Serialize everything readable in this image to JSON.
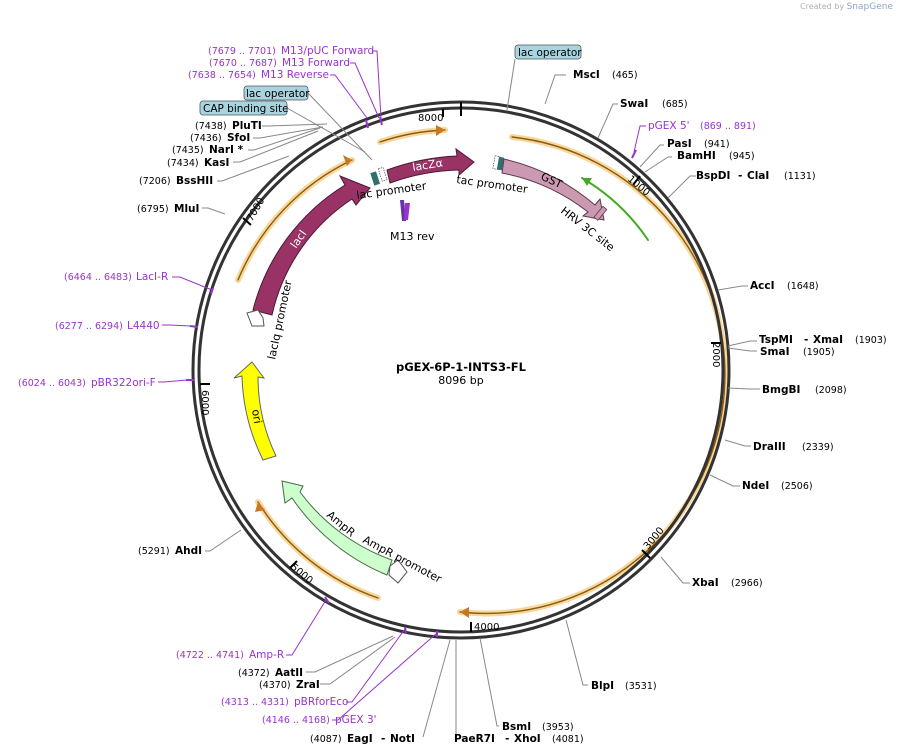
{
  "credit": {
    "prefix": "Created by",
    "brand": "SnapGene"
  },
  "plasmid": {
    "name": "pGEX-6P-1-INTS3-FL",
    "size": "8096 bp"
  },
  "ticks": [
    "1000",
    "2000",
    "3000",
    "4000",
    "5000",
    "6000",
    "7000",
    "8000"
  ],
  "features": {
    "lacZa": "lacZα",
    "lacI": "lacI",
    "GST": "GST",
    "ori": "ori",
    "AmpR": "AmpR",
    "tac_promoter": "tac promoter",
    "lac_promoter": "lac promoter",
    "lacIq_promoter": "lacIq promoter",
    "AmpR_promoter": "AmpR promoter",
    "M13_rev": "M13 rev",
    "HRV_3C_site": "HRV 3C site",
    "lac_operator_top": "lac operator",
    "lac_operator_left": "lac operator",
    "CAP_binding_site": "CAP binding site"
  },
  "enzymes": {
    "MscI": {
      "name": "MscI",
      "pos": "(465)"
    },
    "SwaI": {
      "name": "SwaI",
      "pos": "(685)"
    },
    "PasI": {
      "name": "PasI",
      "pos": "(941)"
    },
    "BamHI": {
      "name": "BamHI",
      "pos": "(945)"
    },
    "BspDI": {
      "name": "BspDI",
      "sep": "- ",
      "name2": "ClaI",
      "pos": "(1131)"
    },
    "AccI": {
      "name": "AccI",
      "pos": "(1648)"
    },
    "TspMI": {
      "name": "TspMI",
      "sep": "- ",
      "name2": "XmaI",
      "pos": "(1903)"
    },
    "SmaI": {
      "name": "SmaI",
      "pos": "(1905)"
    },
    "BmgBI": {
      "name": "BmgBI",
      "pos": "(2098)"
    },
    "DraIII": {
      "name": "DraIII",
      "pos": "(2339)"
    },
    "NdeI": {
      "name": "NdeI",
      "pos": "(2506)"
    },
    "XbaI": {
      "name": "XbaI",
      "pos": "(2966)"
    },
    "BlpI": {
      "name": "BlpI",
      "pos": "(3531)"
    },
    "BsmI": {
      "name": "BsmI",
      "pos": "(3953)"
    },
    "PaeR7I": {
      "name": "PaeR7I",
      "sep": "- ",
      "name2": "XhoI",
      "pos": "(4081)"
    },
    "EagI": {
      "name": "EagI",
      "sep": "- ",
      "name2": "NotI",
      "pos": "(4087)"
    },
    "ZraI": {
      "name": "ZraI",
      "pos": "(4370)"
    },
    "AatII": {
      "name": "AatII",
      "pos": "(4372)"
    },
    "AhdI": {
      "name": "AhdI",
      "pos": "(5291)"
    },
    "MluI": {
      "name": "MluI",
      "pos": "(6795)"
    },
    "BssHII": {
      "name": "BssHII",
      "pos": "(7206)"
    },
    "KasI": {
      "name": "KasI",
      "pos": "(7434)"
    },
    "NarI": {
      "name": "NarI *",
      "pos": "(7435)"
    },
    "SfoI": {
      "name": "SfoI",
      "pos": "(7436)"
    },
    "PluTI": {
      "name": "PluTI",
      "pos": "(7438)"
    }
  },
  "primers": {
    "M13pUC": {
      "name": "M13/pUC Forward",
      "pos": "(7679 .. 7701)"
    },
    "M13F": {
      "name": "M13 Forward",
      "pos": "(7670 .. 7687)"
    },
    "M13R": {
      "name": "M13 Reverse",
      "pos": "(7638 .. 7654)"
    },
    "pGEX5": {
      "name": "pGEX 5'",
      "pos": "(869 .. 891)"
    },
    "LacIR": {
      "name": "LacI-R",
      "pos": "(6464 .. 6483)"
    },
    "L4440": {
      "name": "L4440",
      "pos": "(6277 .. 6294)"
    },
    "pBR322": {
      "name": "pBR322ori-F",
      "pos": "(6024 .. 6043)"
    },
    "AmpR": {
      "name": "Amp-R",
      "pos": "(4722 .. 4741)"
    },
    "pBRforEco": {
      "name": "pBRforEco",
      "pos": "(4313 .. 4331)"
    },
    "pGEX3": {
      "name": "pGEX 3'",
      "pos": "(4146 .. 4168)"
    }
  },
  "colors": {
    "backbone": "#333333",
    "lacI": "#993366",
    "lacZa": "#993366",
    "GST": "#cc99b3",
    "ori": "#ffff00",
    "AmpR": "#ccffcc",
    "primer": "#9933cc",
    "insert_highlight": "#f5c46a",
    "orf": "#c87820",
    "green_orf": "#44aa22",
    "operator_box": "#a8d4e0"
  }
}
